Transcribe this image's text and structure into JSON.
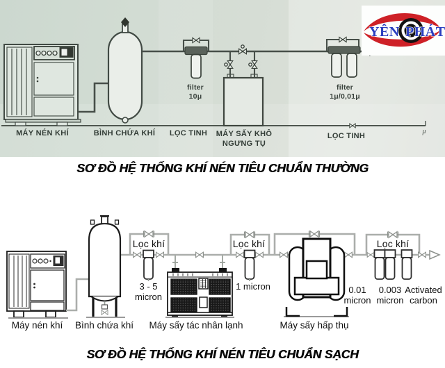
{
  "logo": {
    "part1": "YÊN",
    "part2": "PHÁT"
  },
  "colors": {
    "logo_red": "#ce2127",
    "logo_blue": "#2b3fc0",
    "top_background": "#d5dfd6"
  },
  "diagram_top": {
    "title": "SƠ ĐỒ HỆ THỐNG KHÍ NÉN TIÊU CHUẨN THƯỜNG",
    "equipment": {
      "compressor": "MÁY NÉN KHÍ",
      "tank": "BÌNH CHỨA KHÍ",
      "fine_filter_1": "LỌC TINH",
      "dryer_line1": "MÁY SẤY KHÔ",
      "dryer_line2": "NGƯNG TỤ",
      "fine_filter_2": "LỌC TINH"
    },
    "notes": {
      "filter1_word": "filter",
      "filter1_rating": "10μ",
      "filter2_word": "filter",
      "filter2_rating": "1μ/0,01μ",
      "mu_mark": "μ"
    }
  },
  "diagram_bottom": {
    "title": "SƠ ĐỒ HỆ THỐNG KHÍ NÉN TIÊU CHUẨN SẠCH",
    "equipment": {
      "compressor": "Máy nén khí",
      "tank": "Bình chứa khí",
      "refrigerated_dryer": "Máy sấy tác nhân lạnh",
      "adsorption_dryer": "Máy sấy hấp thụ"
    },
    "filter_boxes": {
      "box1": "Lọc khí",
      "box2": "Lọc khí",
      "box3": "Lọc khí"
    },
    "ratings": {
      "f1_line1": "3 - 5",
      "f1_line2": "micron",
      "f2": "1 micron",
      "f3a_line1": "0.01",
      "f3a_line2": "micron",
      "f3b_line1": "0.003",
      "f3b_line2": "micron",
      "f3c_line1": "Activated",
      "f3c_line2": "carbon"
    }
  }
}
